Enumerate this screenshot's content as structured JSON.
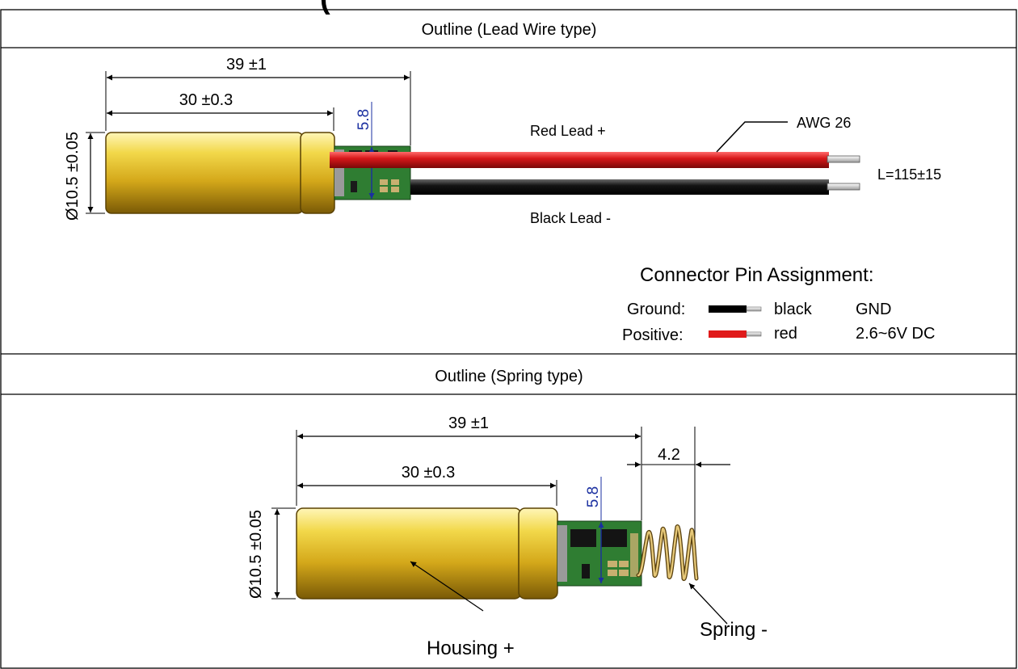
{
  "header_partial": "(",
  "lead_section": {
    "title": "Outline (Lead Wire type)",
    "dim_overall": "39 ±1",
    "dim_housing": "30 ±0.3",
    "dim_pcb": "5.8",
    "dim_diameter": "Ø10.5 ±0.05",
    "red_lead": "Red Lead +",
    "black_lead": "Black Lead -",
    "awg": "AWG 26",
    "length": "L=115±15",
    "pin_title": "Connector Pin Assignment:",
    "pins": [
      {
        "name": "Ground:",
        "color_word": "black",
        "value": "GND",
        "wire_color": "#000000"
      },
      {
        "name": "Positive:",
        "color_word": "red",
        "value": "2.6~6V DC",
        "wire_color": "#e01a1a"
      }
    ]
  },
  "spring_section": {
    "title": "Outline (Spring type)",
    "dim_overall": "39 ±1",
    "dim_housing": "30 ±0.3",
    "dim_pcb": "5.8",
    "dim_spring": "4.2",
    "dim_diameter": "Ø10.5 ±0.05",
    "housing_label": "Housing +",
    "spring_label": "Spring -"
  },
  "colors": {
    "brass_light": "#f2e27a",
    "brass_mid": "#d8b01e",
    "brass_dark": "#8a6a08",
    "pcb_green": "#2f7d32",
    "dimension_blue": "#1a2fa0",
    "red_wire": "#d8181a",
    "black_wire": "#141414"
  }
}
